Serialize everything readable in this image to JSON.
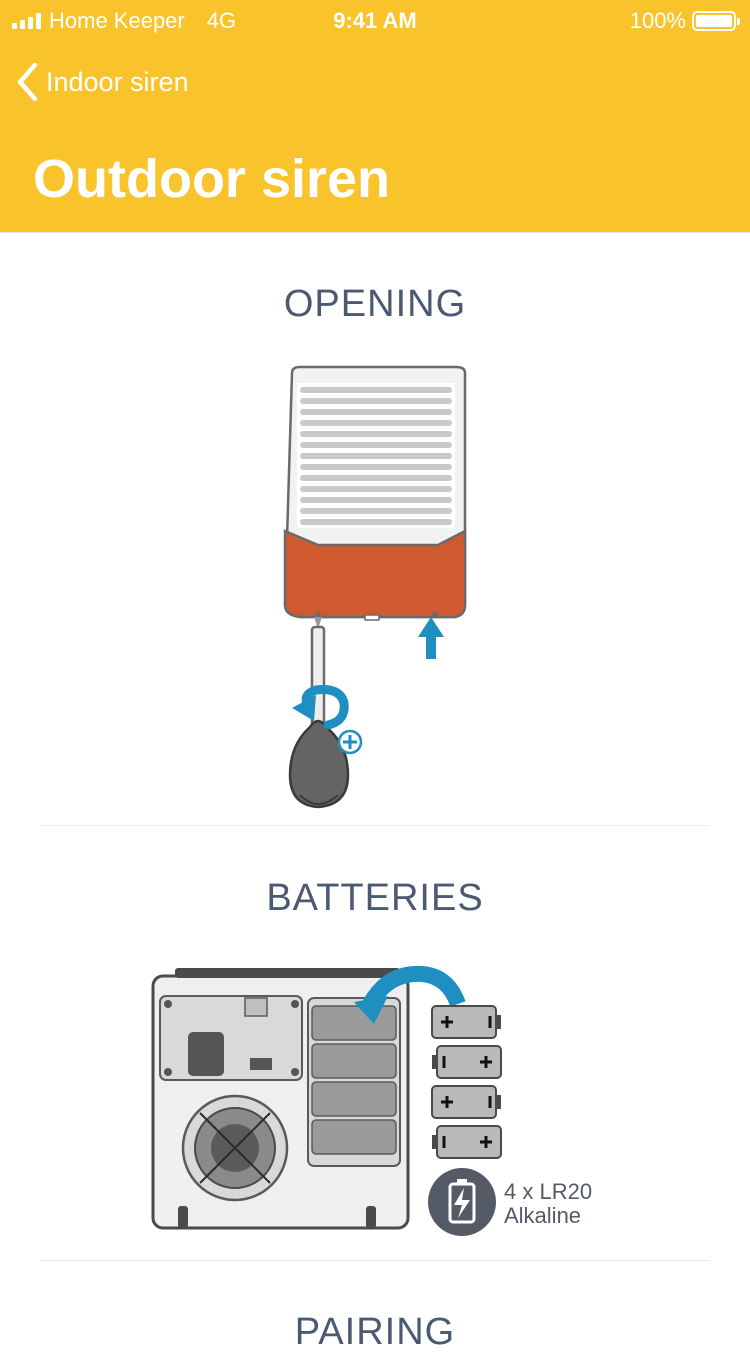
{
  "status_bar": {
    "carrier": "Home Keeper",
    "network": "4G",
    "time": "9:41 AM",
    "battery": "100%"
  },
  "nav": {
    "back_label": "Indoor siren",
    "title": "Outdoor siren"
  },
  "sections": [
    {
      "title": "OPENING"
    },
    {
      "title": "BATTERIES",
      "battery_text_line1": "4 x LR20",
      "battery_text_line2": "Alkaline"
    },
    {
      "title": "PAIRING"
    }
  ],
  "colors": {
    "header": "#f9c32c",
    "section_title": "#4a5a72",
    "siren_orange": "#d05a30",
    "accent_blue": "#1e8fc0"
  }
}
